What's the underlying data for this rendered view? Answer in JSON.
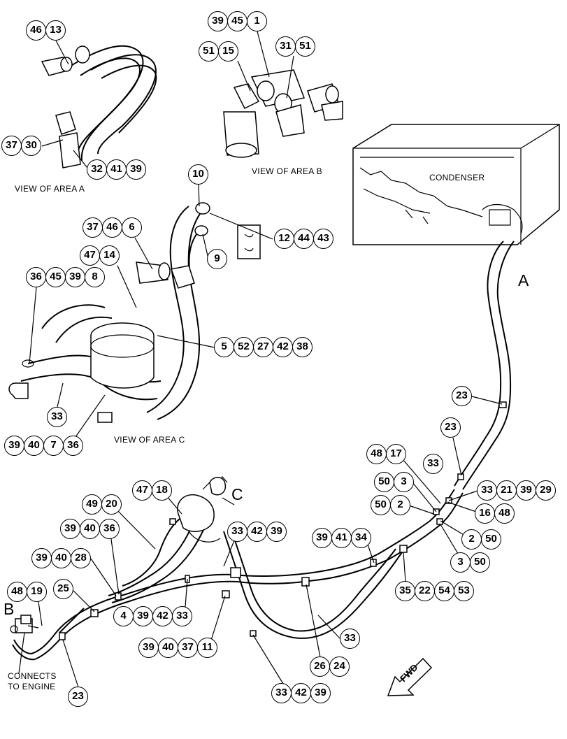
{
  "labels": {
    "condenser": "CONDENSER",
    "area_a": "A",
    "area_b": "B",
    "area_c": "C",
    "view_area_a": "VIEW OF AREA  A",
    "view_area_b": "VIEW OF AREA  B",
    "view_area_c": "VIEW OF AREA  C",
    "connects_line1": "CONNECTS",
    "connects_line2": "TO ENGINE",
    "fwd": "FWD"
  },
  "callouts": [
    {
      "id": "c-46a",
      "text": "46"
    },
    {
      "id": "c-13",
      "text": "13"
    },
    {
      "id": "c-37a",
      "text": "37"
    },
    {
      "id": "c-30",
      "text": "30"
    },
    {
      "id": "c-32",
      "text": "32"
    },
    {
      "id": "c-41a",
      "text": "41"
    },
    {
      "id": "c-39a",
      "text": "39"
    },
    {
      "id": "c-39b",
      "text": "39"
    },
    {
      "id": "c-45a",
      "text": "45"
    },
    {
      "id": "c-1",
      "text": "1"
    },
    {
      "id": "c-51a",
      "text": "51"
    },
    {
      "id": "c-15",
      "text": "15"
    },
    {
      "id": "c-31",
      "text": "31"
    },
    {
      "id": "c-51b",
      "text": "51"
    },
    {
      "id": "c-10",
      "text": "10"
    },
    {
      "id": "c-12",
      "text": "12"
    },
    {
      "id": "c-44",
      "text": "44"
    },
    {
      "id": "c-43",
      "text": "43"
    },
    {
      "id": "c-9",
      "text": "9"
    },
    {
      "id": "c-37b",
      "text": "37"
    },
    {
      "id": "c-46b",
      "text": "46"
    },
    {
      "id": "c-6",
      "text": "6"
    },
    {
      "id": "c-47a",
      "text": "47"
    },
    {
      "id": "c-14",
      "text": "14"
    },
    {
      "id": "c-36a",
      "text": "36"
    },
    {
      "id": "c-45b",
      "text": "45"
    },
    {
      "id": "c-39c",
      "text": "39"
    },
    {
      "id": "c-8",
      "text": "8"
    },
    {
      "id": "c-5",
      "text": "5"
    },
    {
      "id": "c-52",
      "text": "52"
    },
    {
      "id": "c-27",
      "text": "27"
    },
    {
      "id": "c-42a",
      "text": "42"
    },
    {
      "id": "c-38",
      "text": "38"
    },
    {
      "id": "c-33a",
      "text": "33"
    },
    {
      "id": "c-39d",
      "text": "39"
    },
    {
      "id": "c-40a",
      "text": "40"
    },
    {
      "id": "c-7",
      "text": "7"
    },
    {
      "id": "c-36b",
      "text": "36"
    },
    {
      "id": "c-23a",
      "text": "23"
    },
    {
      "id": "c-23b",
      "text": "23"
    },
    {
      "id": "c-48a",
      "text": "48"
    },
    {
      "id": "c-17",
      "text": "17"
    },
    {
      "id": "c-33b",
      "text": "33"
    },
    {
      "id": "c-50a",
      "text": "50"
    },
    {
      "id": "c-3a",
      "text": "3"
    },
    {
      "id": "c-33c",
      "text": "33"
    },
    {
      "id": "c-21",
      "text": "21"
    },
    {
      "id": "c-39e",
      "text": "39"
    },
    {
      "id": "c-29",
      "text": "29"
    },
    {
      "id": "c-50b",
      "text": "50"
    },
    {
      "id": "c-2a",
      "text": "2"
    },
    {
      "id": "c-16",
      "text": "16"
    },
    {
      "id": "c-48b",
      "text": "48"
    },
    {
      "id": "c-2b",
      "text": "2"
    },
    {
      "id": "c-50c",
      "text": "50"
    },
    {
      "id": "c-3b",
      "text": "3"
    },
    {
      "id": "c-50d",
      "text": "50"
    },
    {
      "id": "c-47b",
      "text": "47"
    },
    {
      "id": "c-18",
      "text": "18"
    },
    {
      "id": "c-49",
      "text": "49"
    },
    {
      "id": "c-20",
      "text": "20"
    },
    {
      "id": "c-39f",
      "text": "39"
    },
    {
      "id": "c-40b",
      "text": "40"
    },
    {
      "id": "c-36c",
      "text": "36"
    },
    {
      "id": "c-33d",
      "text": "33"
    },
    {
      "id": "c-42b",
      "text": "42"
    },
    {
      "id": "c-39g",
      "text": "39"
    },
    {
      "id": "c-39h",
      "text": "39"
    },
    {
      "id": "c-41b",
      "text": "41"
    },
    {
      "id": "c-34",
      "text": "34"
    },
    {
      "id": "c-39i",
      "text": "39"
    },
    {
      "id": "c-40c",
      "text": "40"
    },
    {
      "id": "c-28",
      "text": "28"
    },
    {
      "id": "c-35",
      "text": "35"
    },
    {
      "id": "c-22",
      "text": "22"
    },
    {
      "id": "c-54",
      "text": "54"
    },
    {
      "id": "c-53",
      "text": "53"
    },
    {
      "id": "c-48c",
      "text": "48"
    },
    {
      "id": "c-19",
      "text": "19"
    },
    {
      "id": "c-25",
      "text": "25"
    },
    {
      "id": "c-4",
      "text": "4"
    },
    {
      "id": "c-39j",
      "text": "39"
    },
    {
      "id": "c-42c",
      "text": "42"
    },
    {
      "id": "c-33e",
      "text": "33"
    },
    {
      "id": "c-39k",
      "text": "39"
    },
    {
      "id": "c-40d",
      "text": "40"
    },
    {
      "id": "c-37c",
      "text": "37"
    },
    {
      "id": "c-11",
      "text": "11"
    },
    {
      "id": "c-33f",
      "text": "33"
    },
    {
      "id": "c-26",
      "text": "26"
    },
    {
      "id": "c-24",
      "text": "24"
    },
    {
      "id": "c-23c",
      "text": "23"
    },
    {
      "id": "c-33g",
      "text": "33"
    },
    {
      "id": "c-42d",
      "text": "42"
    },
    {
      "id": "c-39l",
      "text": "39"
    }
  ]
}
